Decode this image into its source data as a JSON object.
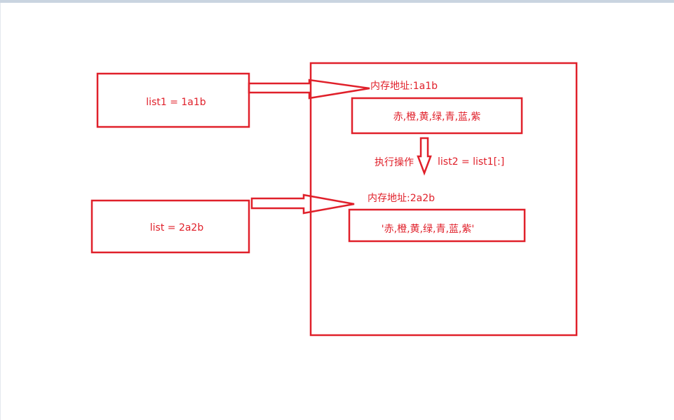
{
  "colors": {
    "stroke": "#e0202a",
    "text": "#e0202a",
    "background": "#ffffff"
  },
  "var_box_1": {
    "label": "list1 = 1a1b"
  },
  "var_box_2": {
    "label": "list = 2a2b"
  },
  "memory": {
    "address_1": "内存地址:1a1b",
    "content_1": "赤,橙,黄,绿,青,蓝,紫",
    "operation_label": "执行操作",
    "operation_code": "list2 = list1[:]",
    "address_2": "内存地址:2a2b",
    "content_2": "'赤,橙,黄,绿,青,蓝,紫'"
  }
}
